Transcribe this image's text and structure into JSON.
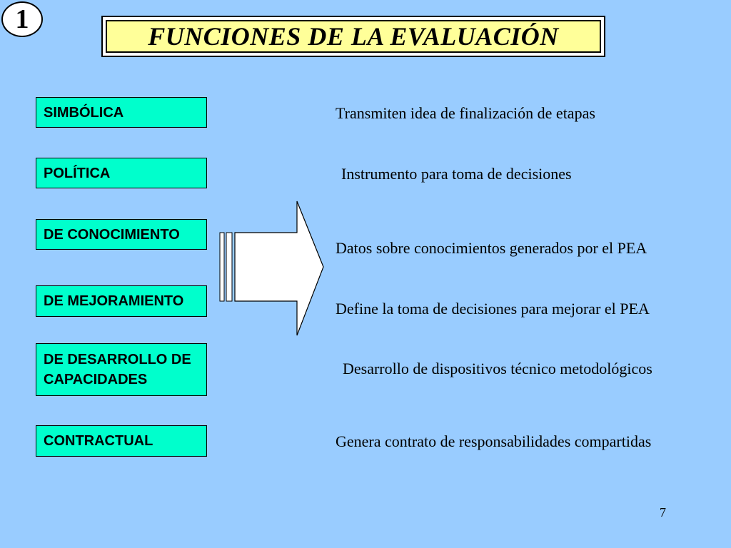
{
  "slide_number_badge": "1",
  "title": "FUNCIONES DE LA EVALUACIÓN",
  "functions": [
    {
      "label": "SIMBÓLICA",
      "description": "Transmiten idea de finalización de etapas"
    },
    {
      "label": "POLÍTICA",
      "description": "Instrumento para toma de decisiones"
    },
    {
      "label": "DE CONOCIMIENTO",
      "description": "Datos sobre conocimientos generados por el PEA"
    },
    {
      "label": "DE MEJORAMIENTO",
      "description": "Define la toma de decisiones para mejorar el PEA"
    },
    {
      "label": "DE DESARROLLO DE CAPACIDADES",
      "description": "Desarrollo de dispositivos técnico metodológicos"
    },
    {
      "label": "CONTRACTUAL",
      "description": "Genera contrato de responsabilidades compartidas"
    }
  ],
  "page_number": "7",
  "colors": {
    "background": "#99ccff",
    "title_fill": "#ffff99",
    "function_box_fill": "#00ffcc",
    "arrow_fill": "#ffffff"
  },
  "icons": {
    "arrow": "striped-right-arrow-icon"
  }
}
